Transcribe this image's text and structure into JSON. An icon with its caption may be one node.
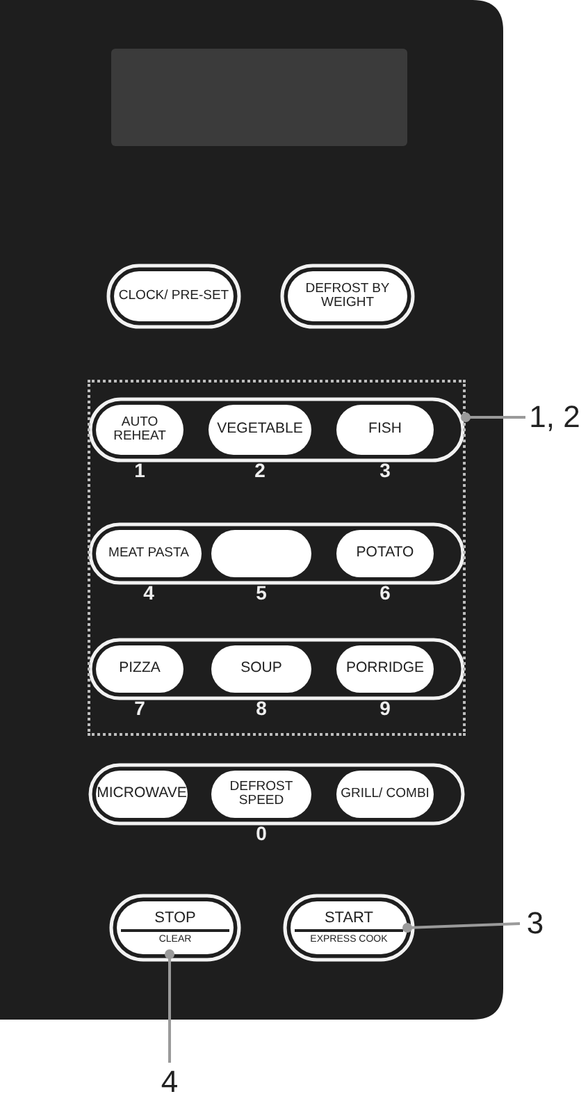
{
  "diagram": {
    "nodes": [
      {
        "text": [
          "CLOCK/ PRE-SET"
        ]
      },
      {
        "text": [
          "DEFROST BY WEIGHT"
        ]
      },
      {
        "text": [],
        "shape": "box"
      },
      {
        "text": [
          "AUTO REHEAT"
        ],
        "beside": [
          "1"
        ],
        "in": 2
      },
      {
        "text": [
          "VEGETABLE"
        ],
        "beside": [
          "2"
        ],
        "in": 2
      },
      {
        "text": [
          "FISH"
        ],
        "beside": [
          "3"
        ],
        "in": 2
      },
      {
        "text": [
          "MEAT PASTA"
        ],
        "beside": [
          "4"
        ],
        "in": 2
      },
      {
        "text": [],
        "shape": "oval",
        "beside": [
          "5"
        ],
        "in": 2
      },
      {
        "text": [
          "POTATO"
        ],
        "beside": [
          "6"
        ],
        "in": 2
      },
      {
        "text": [
          "PIZZA"
        ],
        "beside": [
          "7"
        ],
        "in": 2
      },
      {
        "text": [
          "SOUP"
        ],
        "beside": [
          "8"
        ],
        "in": 2
      },
      {
        "text": [
          "PORRIDGE"
        ],
        "beside": [
          "9"
        ],
        "in": 2
      },
      {
        "text": [
          "MICROWAVE"
        ]
      },
      {
        "text": [
          "DEFROST SPEED"
        ],
        "beside": [
          "0"
        ]
      },
      {
        "text": [
          "GRILL/ COMBI"
        ]
      },
      {
        "text": [
          "STOP",
          "CLEAR"
        ]
      },
      {
        "text": [
          "START",
          "EXPRESS COOK"
        ]
      },
      {
        "text": [
          "1, 2"
        ]
      },
      {
        "text": [
          "3"
        ]
      },
      {
        "text": [
          "4"
        ]
      }
    ],
    "edges": [
      {
        "from": 17,
        "to": 2,
        "arrow": "other"
      },
      {
        "from": 18,
        "to": 16,
        "arrow": "other"
      },
      {
        "from": 19,
        "to": 15,
        "arrow": "other"
      }
    ]
  }
}
